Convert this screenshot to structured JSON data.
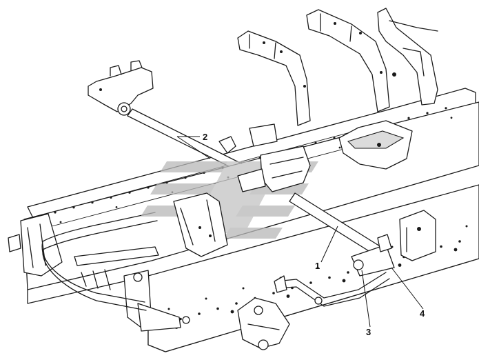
{
  "callouts": [
    {
      "id": "1",
      "label": "1"
    },
    {
      "id": "2",
      "label": "2"
    },
    {
      "id": "3",
      "label": "3"
    },
    {
      "id": "4",
      "label": "4"
    }
  ],
  "colors": {
    "line": "#1a1a1a",
    "watermark": "#b8b8b8",
    "background": "#ffffff"
  }
}
